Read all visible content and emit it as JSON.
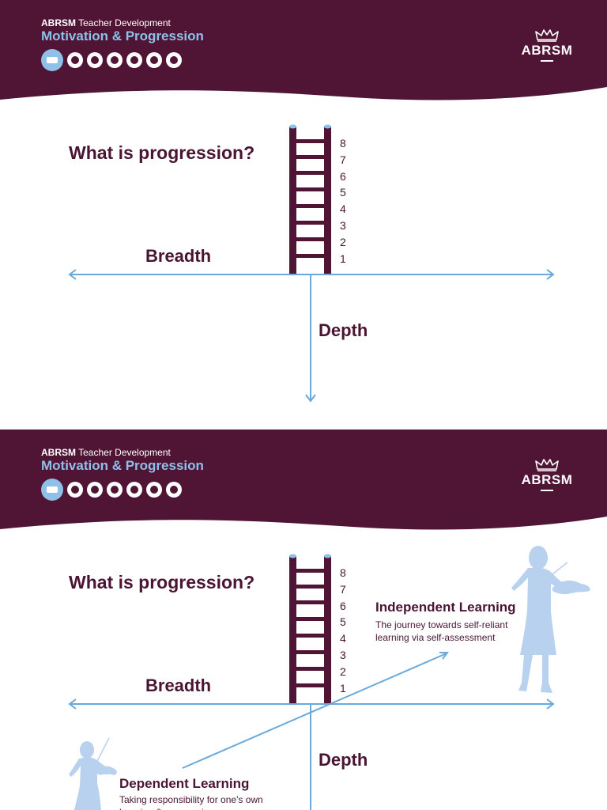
{
  "colors": {
    "brand": "#501535",
    "accent": "#8ec0e8",
    "axis": "#6aa9dc",
    "text": "#4a1533",
    "silhouette": "#b7d1ee"
  },
  "slides": [
    {
      "header": {
        "brand_bold": "ABRSM",
        "brand_rest": "Teacher Development",
        "title": "Motivation & Progression",
        "icons": [
          "bookshelf-icon",
          "film-icon",
          "music-notes-icon",
          "ear-icon",
          "swirl-icon",
          "runner-icon",
          "globe-icon"
        ],
        "logo_text": "ABRSM"
      },
      "question": "What is progression?",
      "ladder_steps": [
        "8",
        "7",
        "6",
        "5",
        "4",
        "3",
        "2",
        "1"
      ],
      "breadth_label": "Breadth",
      "depth_label": "Depth"
    },
    {
      "header": {
        "brand_bold": "ABRSM",
        "brand_rest": "Teacher Development",
        "title": "Motivation & Progression",
        "icons": [
          "bookshelf-icon",
          "film-icon",
          "music-notes-icon",
          "ear-icon",
          "swirl-icon",
          "runner-icon",
          "globe-icon"
        ],
        "logo_text": "ABRSM"
      },
      "question": "What is progression?",
      "ladder_steps": [
        "8",
        "7",
        "6",
        "5",
        "4",
        "3",
        "2",
        "1"
      ],
      "breadth_label": "Breadth",
      "depth_label": "Depth",
      "independent": {
        "title": "Independent Learning",
        "text": "The journey towards self-reliant learning via self-assessment"
      },
      "dependent": {
        "title": "Dependent Learning",
        "text": "Taking responsibility for one's own learning & progression"
      }
    }
  ]
}
